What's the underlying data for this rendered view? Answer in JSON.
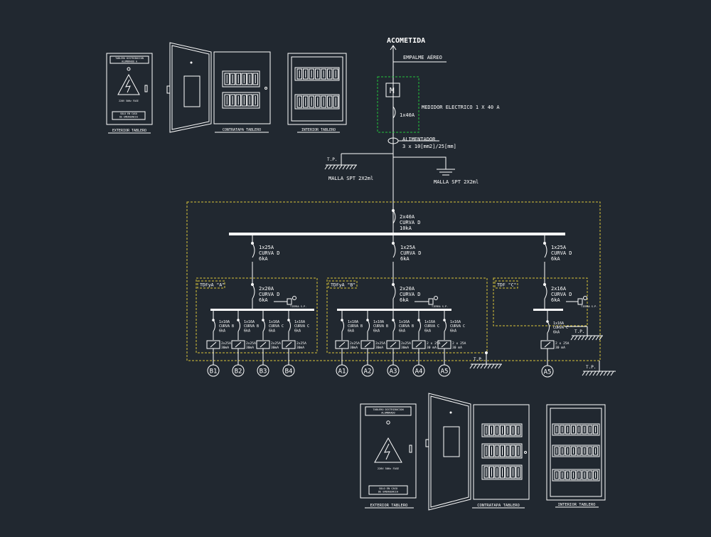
{
  "colors": {
    "background": "#212830",
    "line": "#ffffff",
    "enclosure": "#d9c53a",
    "meter_box": "#22c33c"
  },
  "top": {
    "acometida": "ACOMETIDA",
    "empalme": "EMPALME AÉREO",
    "meter_symbol": "M",
    "meter_breaker": "1x40A",
    "meter_label": "MEDIDOR ELECTRICO 1 X 40 A",
    "alimentador_title": "ALIMENTADOR",
    "alimentador_spec": "3 x 10[mm2]/25[mm]",
    "ground_left_tag": "T.P.",
    "malla_left": "MALLA SPT 2X2ml",
    "malla_right": "MALLA SPT 2X2ml"
  },
  "general": {
    "l1": "2x40A",
    "l2": "CURVA D",
    "l3": "10kA"
  },
  "feeders": [
    {
      "l1": "1x25A",
      "l2": "CURVA D",
      "l3": "6kA"
    },
    {
      "l1": "1x25A",
      "l2": "CURVA D",
      "l3": "6kA"
    },
    {
      "l1": "1x25A",
      "l2": "CURVA D",
      "l3": "6kA"
    }
  ],
  "boards": [
    {
      "tag": "TDFyA \"A\"",
      "l1": "2x20A",
      "l2": "CURVA D",
      "l3": "6kA",
      "ground": "TIERRA S.P.",
      "circuits": [
        {
          "b": "1x10A\nCURVA B\n6kA",
          "d": "2x25A\n30mA",
          "out": "B1"
        },
        {
          "b": "1x16A\nCURVA B\n6kA",
          "d": "2x25A\n30mA",
          "out": "B2"
        },
        {
          "b": "1x16A\nCURVA C\n6kA",
          "d": "2x25A\n30mA",
          "out": "B3"
        },
        {
          "b": "1x16A\nCURVA C\n6kA",
          "d": "2x25A\n30mA",
          "out": "B4"
        }
      ]
    },
    {
      "tag": "TDFyA \"B\"",
      "l1": "2x20A",
      "l2": "CURVA D",
      "l3": "6kA",
      "ground": "TIERRA S.P.",
      "circuits": [
        {
          "b": "1x10A\nCURVA B\n6kA",
          "d": "2x25A\n30mA",
          "out": "A1"
        },
        {
          "b": "1x10A\nCURVA B\n6kA",
          "d": "2x25A\n30mA",
          "out": "A2"
        },
        {
          "b": "1x16A\nCURVA B\n6kA",
          "d": "2x25A\n30mA",
          "out": "A3"
        },
        {
          "b": "1x16A\nCURVA C\n6kA",
          "d": "2 x 25A\n30 mA",
          "out": "A4"
        },
        {
          "b": "1x16A\nCURVA C\n6kA",
          "d": "2 x 25A\n30 mA",
          "out": "A5"
        }
      ]
    },
    {
      "tag": "TDF \"C\"",
      "l1": "2x16A",
      "l2": "CURVA D",
      "l3": "6kA",
      "ground": "TIERRA S.P.",
      "circuits": [
        {
          "b": "1x16A\nCURVA C\n6kA",
          "d": "2 x 25A\n30 mA",
          "out": "A5"
        }
      ]
    }
  ],
  "ground_tags": {
    "c": "T.P.",
    "b": "T.P.",
    "enclosure": "T.P."
  },
  "cabinets_top": {
    "exterior_caption": "EXTERIOR TABLERO",
    "contratapa_caption": "CONTRATAPA TABLERO",
    "interior_caption": "INTERIOR TABLERO",
    "ext_title": "TABLERO DISTRIBUCION\nALUMBRADO A",
    "ext_voltage": "220V 50Hz FASE",
    "ext_note": "SOLO EN CASO\nDE EMERGENCIA"
  },
  "cabinets_bottom": {
    "exterior_caption": "EXTERIOR TABLERO",
    "contratapa_caption": "CONTRATAPA TABLERO",
    "interior_caption": "INTERIOR TABLERO",
    "ext_title": "TABLERO DISTRIBUCION\nALUMBRADO",
    "ext_voltage": "220V 50Hz FASE",
    "ext_note": "SOLO EN CASO\nDE EMERGENCIA"
  }
}
